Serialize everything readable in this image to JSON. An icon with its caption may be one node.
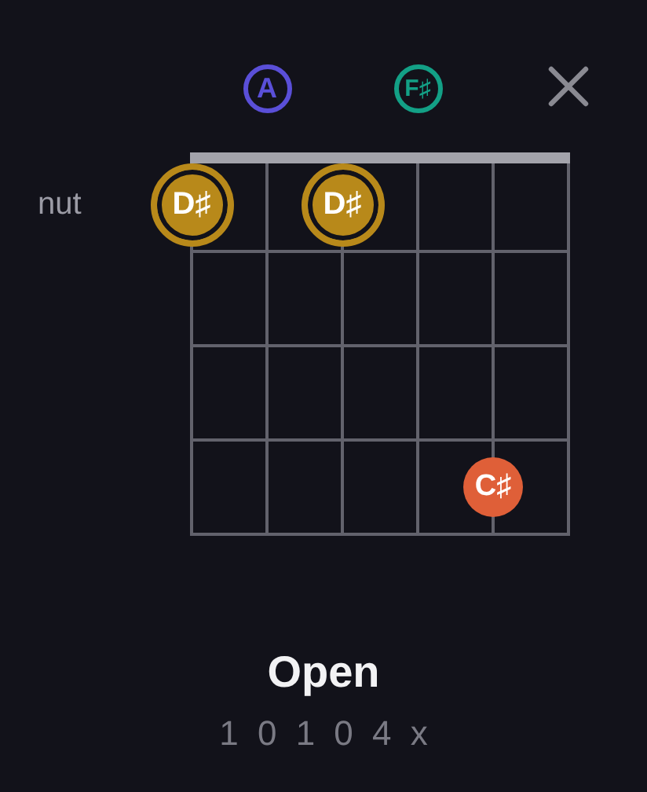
{
  "diagram": {
    "title": "Open",
    "caption": "1 0 1 0 4 x",
    "nodes": [
      {
        "text": [
          "A"
        ]
      },
      {
        "text": [
          "F♯"
        ]
      },
      {
        "text": [],
        "shape": "cross"
      },
      {
        "text": [
          "D♯"
        ]
      },
      {
        "text": [
          "D♯"
        ]
      },
      {
        "text": [
          "C♯"
        ]
      }
    ],
    "labels": [
      "nut"
    ]
  }
}
